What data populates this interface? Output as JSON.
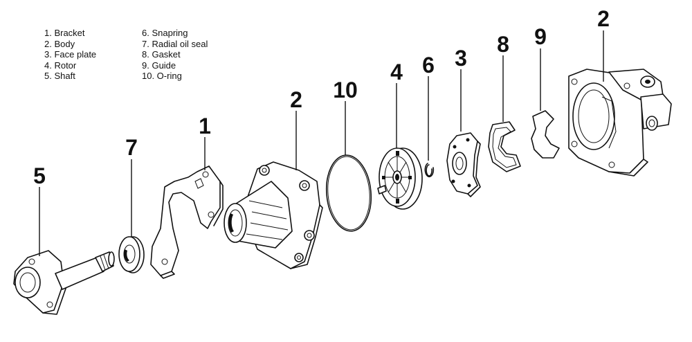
{
  "legend": {
    "left": [
      "1. Bracket",
      "2. Body",
      "3. Face plate",
      "4. Rotor",
      "5. Shaft"
    ],
    "right": [
      "6. Snapring",
      "7. Radial oil seal",
      "8. Gasket",
      "9. Guide",
      "10. O-ring"
    ]
  },
  "callouts": {
    "shaft": "5",
    "oil_seal": "7",
    "bracket": "1",
    "body_main": "2",
    "o_ring": "10",
    "rotor": "4",
    "snapring": "6",
    "face_plate": "3",
    "gasket": "8",
    "guide": "9",
    "body_right": "2"
  }
}
